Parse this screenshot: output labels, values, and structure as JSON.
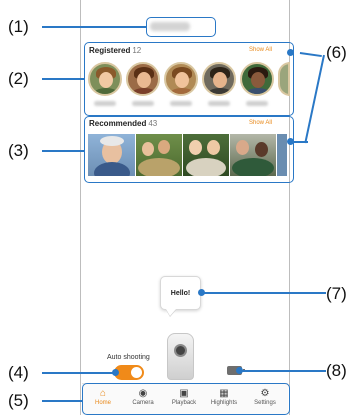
{
  "callouts": {
    "c1": "(1)",
    "c2": "(2)",
    "c3": "(3)",
    "c4": "(4)",
    "c5": "(5)",
    "c6": "(6)",
    "c7": "(7)",
    "c8": "(8)"
  },
  "registered": {
    "title": "Registered",
    "count": "12",
    "show_all": "Show All"
  },
  "recommended": {
    "title": "Recommended",
    "count": "43",
    "show_all": "Show All"
  },
  "bubble": {
    "text": "Hello!"
  },
  "auto_shooting": {
    "label": "Auto shooting",
    "enabled": true
  },
  "tabs": [
    {
      "label": "Home",
      "icon": "home-icon",
      "active": true
    },
    {
      "label": "Camera",
      "icon": "camera-icon",
      "active": false
    },
    {
      "label": "Playback",
      "icon": "playback-icon",
      "active": false
    },
    {
      "label": "Highlights",
      "icon": "highlights-icon",
      "active": false
    },
    {
      "label": "Settings",
      "icon": "gear-icon",
      "active": false
    }
  ],
  "colors": {
    "accent": "#e8891a",
    "callout_line": "#2a78c6"
  }
}
